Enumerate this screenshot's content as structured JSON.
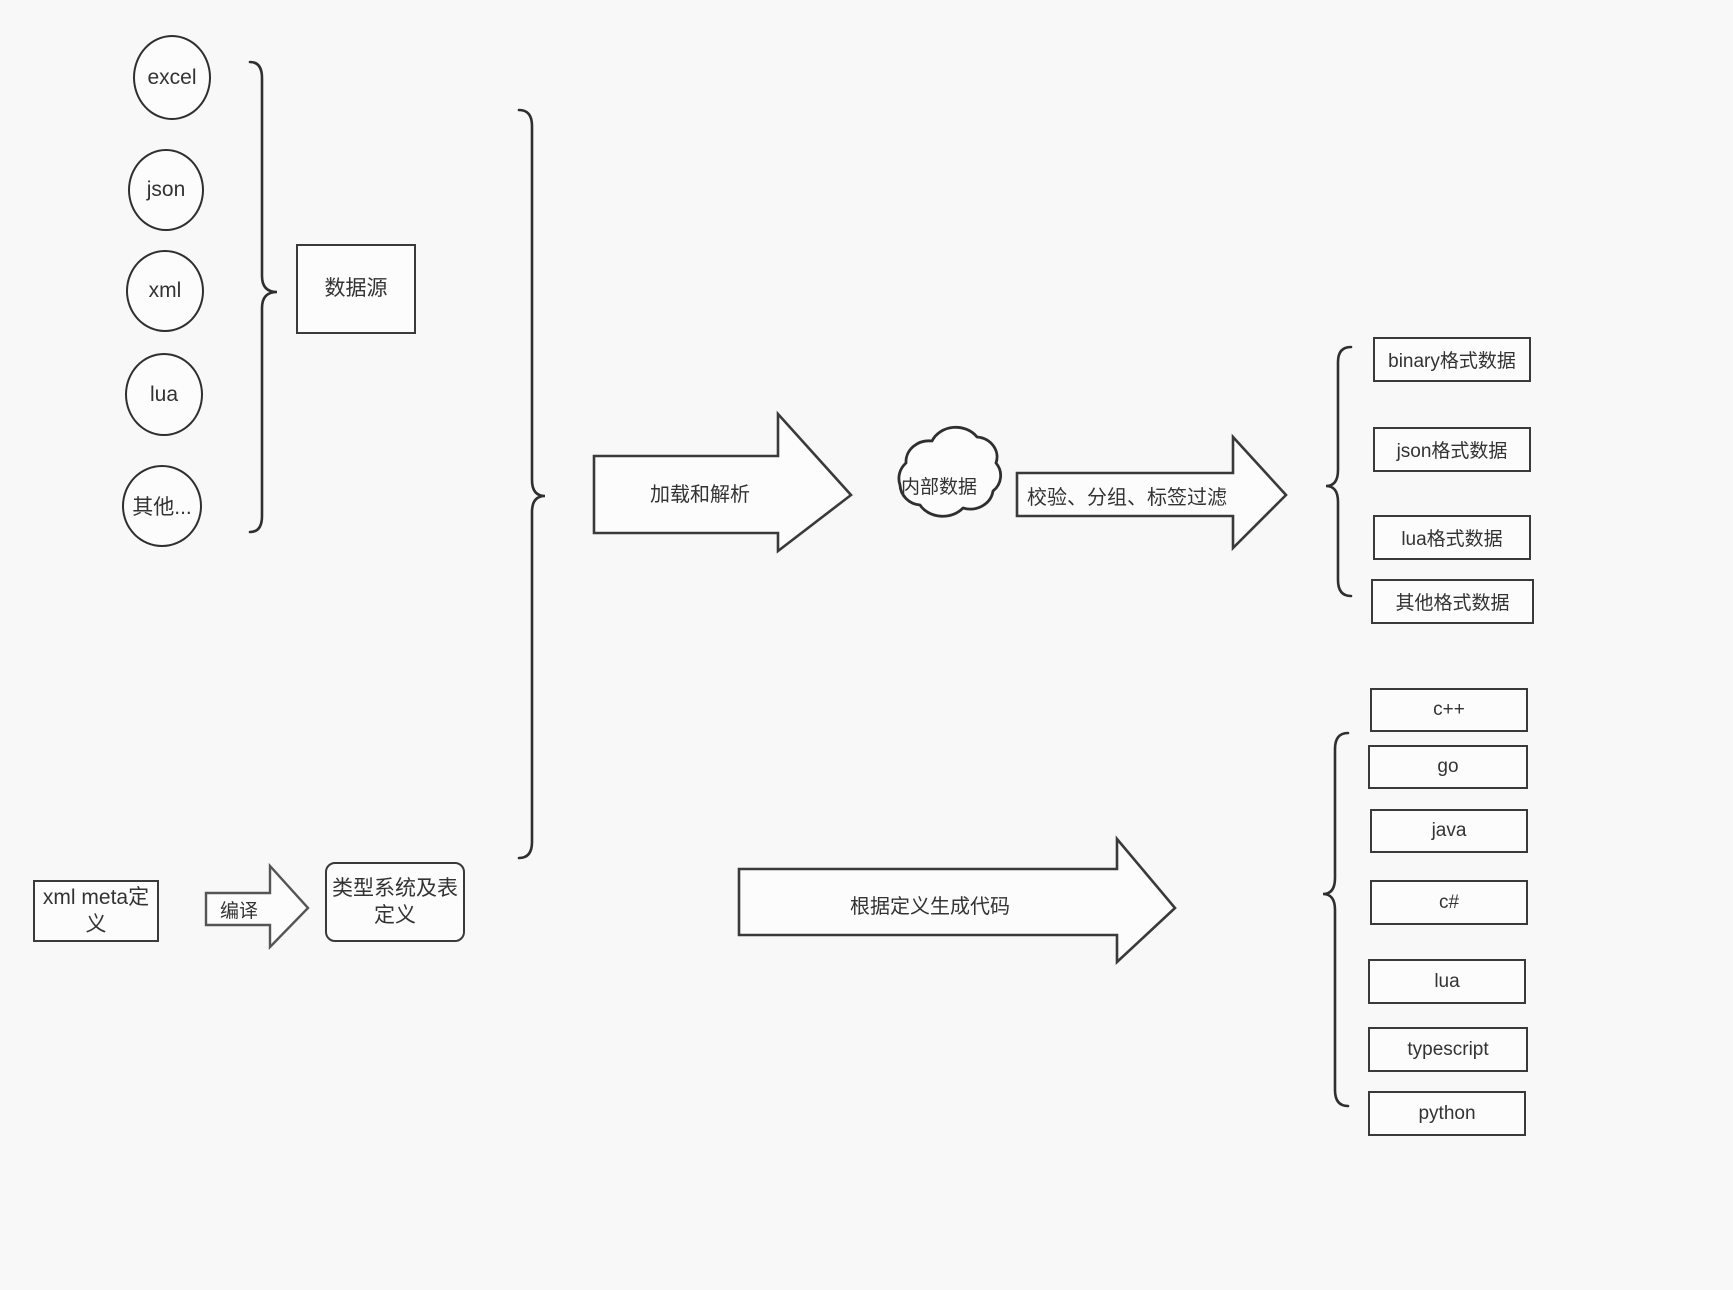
{
  "diagram": {
    "title": "data pipeline and code generation diagram",
    "background_color": "#f8f8f8",
    "stroke_color": "#333333",
    "sources": [
      {
        "label": "excel"
      },
      {
        "label": "json"
      },
      {
        "label": "xml"
      },
      {
        "label": "lua"
      },
      {
        "label": "其他..."
      }
    ],
    "source_group_label": "数据源",
    "arrows": {
      "load_parse": "加载和解析",
      "validate_group_filter": "校验、分组、标签过滤",
      "compile": "编译",
      "generate_code": "根据定义生成代码"
    },
    "cloud": {
      "label": "内部数据"
    },
    "output_formats": [
      {
        "label": "binary格式数据"
      },
      {
        "label": "json格式数据"
      },
      {
        "label": "lua格式数据"
      },
      {
        "label": "其他格式数据"
      }
    ],
    "meta": {
      "definition_label": "xml meta定义",
      "type_system_label": "类型系统及表定义"
    },
    "languages": [
      {
        "label": "c++"
      },
      {
        "label": "go"
      },
      {
        "label": "java"
      },
      {
        "label": "c#"
      },
      {
        "label": "lua"
      },
      {
        "label": "typescript"
      },
      {
        "label": "python"
      }
    ]
  }
}
